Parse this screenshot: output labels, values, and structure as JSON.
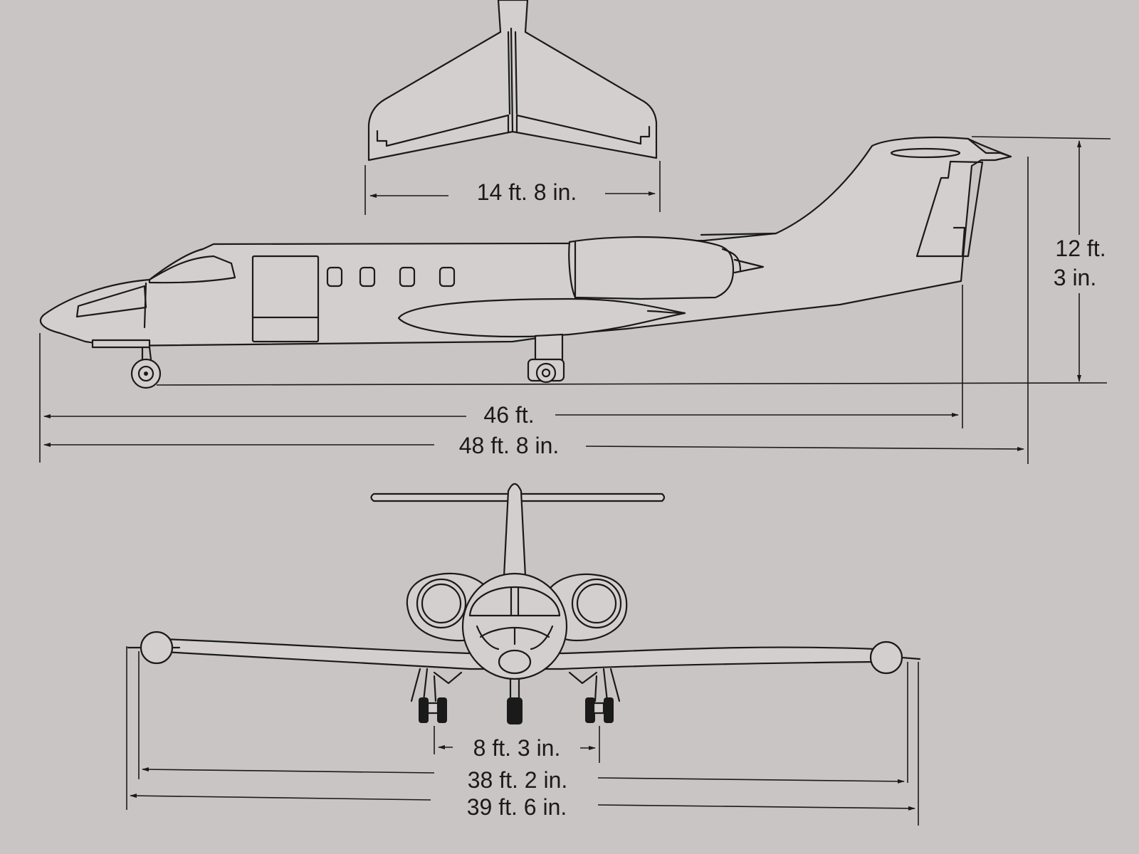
{
  "dimensions": {
    "tail_span": "14 ft. 8 in.",
    "height_line1": "12 ft.",
    "height_line2": "3 in.",
    "fuselage_length": "46 ft.",
    "overall_length": "48 ft. 8 in.",
    "wheel_track": "8 ft. 3 in.",
    "wingspan": "38 ft. 2 in.",
    "wingspan_tip_tanks": "39 ft. 6 in."
  },
  "colors": {
    "paper": "#c9c5c4",
    "ink": "#1a1a1a"
  }
}
